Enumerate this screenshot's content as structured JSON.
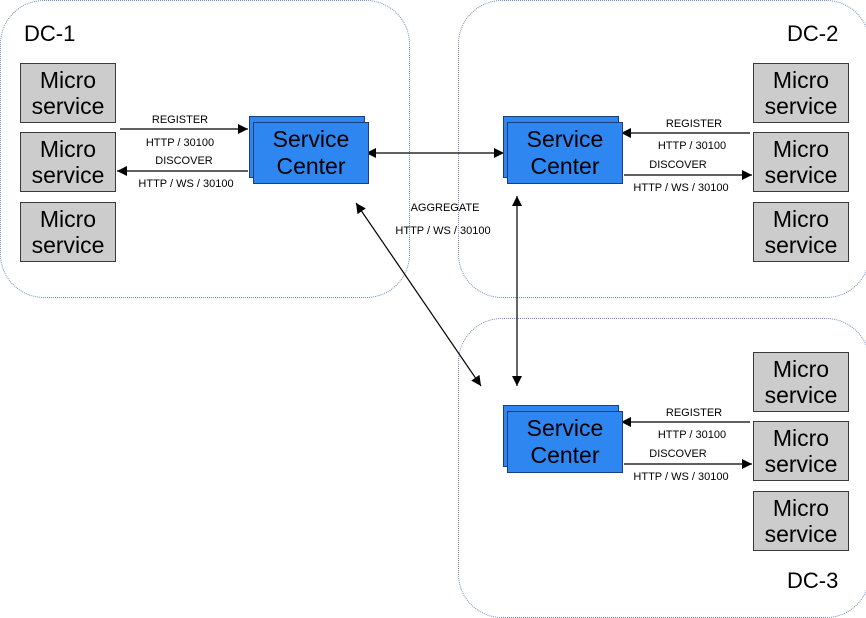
{
  "datacenters": [
    {
      "id": "dc1",
      "label": "DC-1"
    },
    {
      "id": "dc2",
      "label": "DC-2"
    },
    {
      "id": "dc3",
      "label": "DC-3"
    }
  ],
  "microservice_label": "Micro\nservice",
  "service_center_label": "Service\nCenter",
  "links": {
    "register": "REGISTER",
    "register_protocol": "HTTP / 30100",
    "discover": "DISCOVER",
    "discover_protocol": "HTTP / WS / 30100",
    "aggregate": "AGGREGATE",
    "aggregate_protocol": "HTTP / WS / 30100"
  },
  "colors": {
    "service_center": "#2e86f0",
    "microservice": "#cccccc",
    "dc_border": "#6a8ab8"
  }
}
